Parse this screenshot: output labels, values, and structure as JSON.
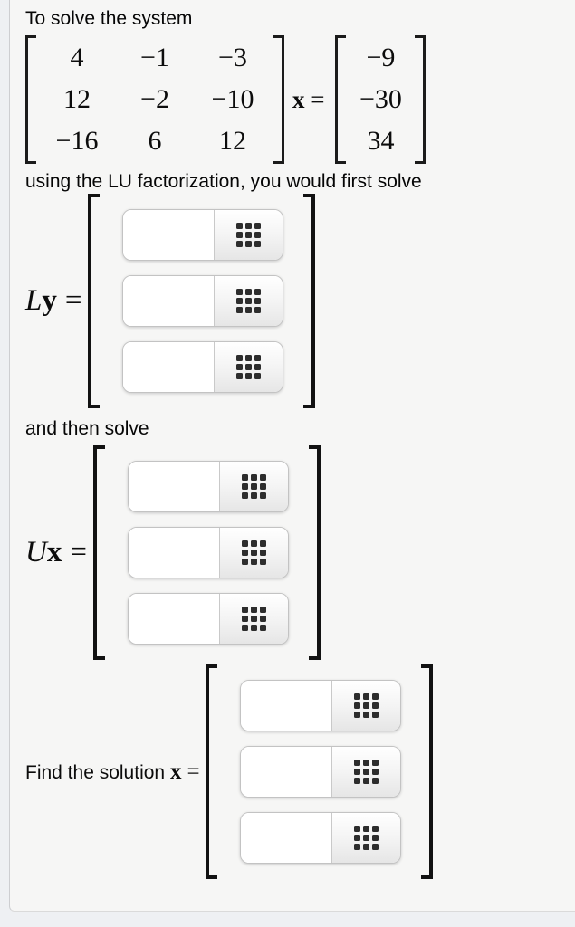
{
  "panel": {
    "intro_text": "To solve the system",
    "factorization_text": "using the LU factorization, you would first solve",
    "then_text": "and then solve"
  },
  "system": {
    "matrix_rows": [
      [
        "4",
        "−1",
        "−3"
      ],
      [
        "12",
        "−2",
        "−10"
      ],
      [
        "−16",
        "6",
        "12"
      ]
    ],
    "x_symbol": "x",
    "equals": "=",
    "rhs": [
      "−9",
      "−30",
      "34"
    ]
  },
  "ly_equation": {
    "coef_symbol": "L",
    "vec_symbol": "y",
    "equals": "="
  },
  "ux_equation": {
    "coef_symbol": "U",
    "vec_symbol": "x",
    "equals": "="
  },
  "find_equation": {
    "prefix_text": "Find the solution",
    "vec_symbol": "x",
    "equals": "="
  },
  "inputs": {
    "ly": [
      "",
      "",
      ""
    ],
    "ux": [
      "",
      "",
      ""
    ],
    "x": [
      "",
      "",
      ""
    ]
  },
  "icons": {
    "keypad": "keypad-grid-icon"
  }
}
